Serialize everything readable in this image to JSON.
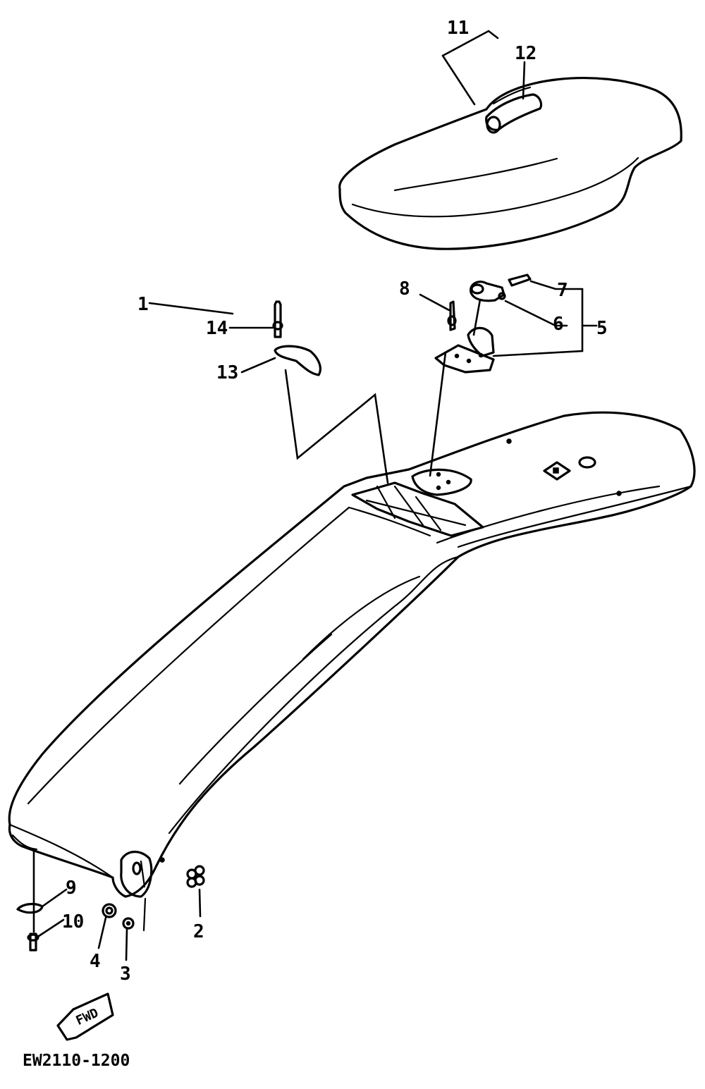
{
  "diagram": {
    "callouts": [
      "1",
      "2",
      "3",
      "4",
      "5",
      "6",
      "7",
      "8",
      "9",
      "10",
      "11",
      "12",
      "13",
      "14"
    ],
    "direction_marker": "FWD",
    "drawing_code": "EW2110-1200"
  }
}
